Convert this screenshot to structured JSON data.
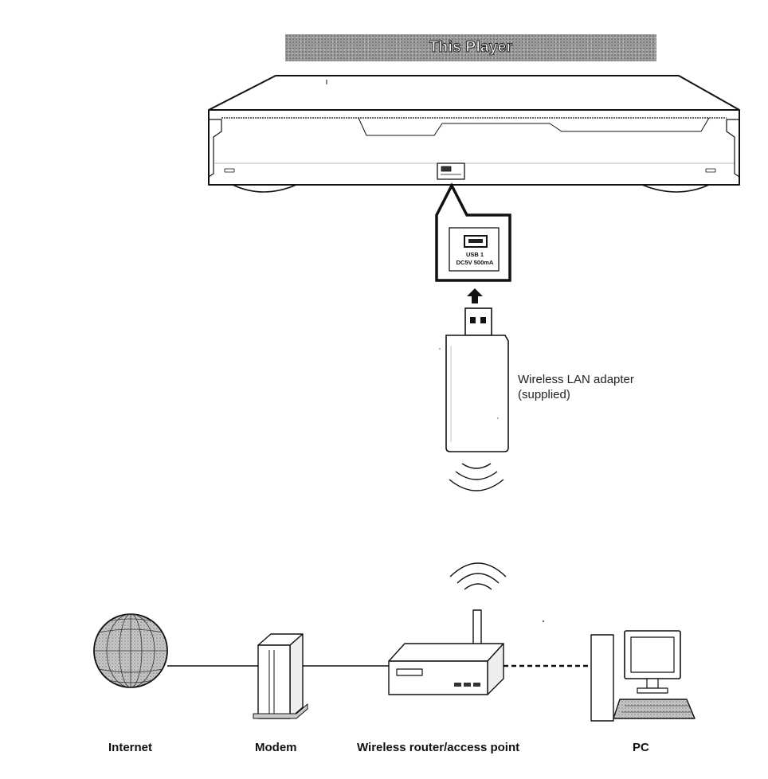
{
  "diagram": {
    "title": "This Player",
    "player": {
      "port_callout": {
        "port_name": "USB 1",
        "port_rating": "DC5V 500mA"
      }
    },
    "adapter": {
      "label_line1": "Wireless LAN adapter",
      "label_line2": "(supplied)"
    },
    "network": {
      "internet": "Internet",
      "modem": "Modem",
      "router": "Wireless router/access point",
      "pc": "PC"
    }
  }
}
